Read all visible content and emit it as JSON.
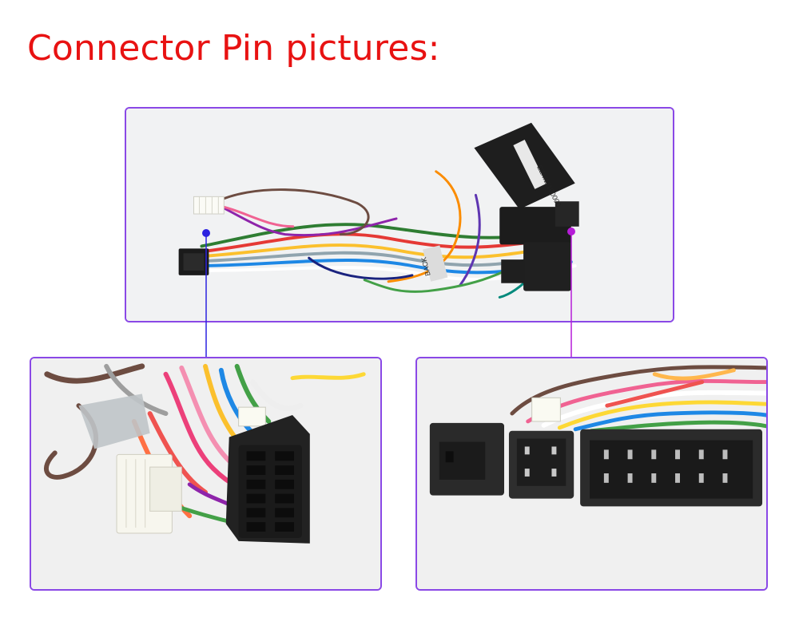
{
  "title": "Connector Pin pictures:",
  "photos": {
    "overview": {
      "label_text": "EZM11100000",
      "tag_text": "BACK"
    },
    "left_detail": {},
    "right_detail": {}
  },
  "colors": {
    "title": "#e81212",
    "frame_border": "#8a48e6",
    "marker_left": "#2c22e0",
    "marker_right": "#b61cd8",
    "photo_background": "#f2f3f4"
  }
}
